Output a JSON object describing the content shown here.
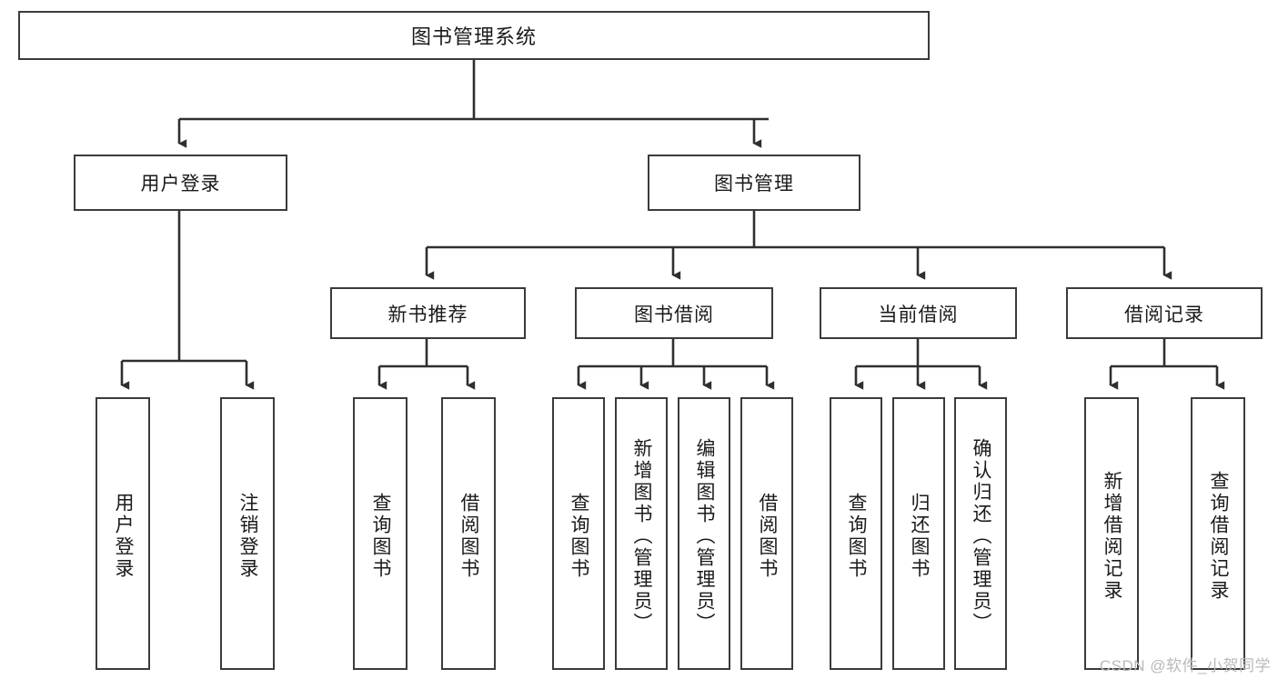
{
  "diagram": {
    "title": "图书管理系统",
    "type": "tree-hierarchy-diagram",
    "root": {
      "id": "root",
      "label": "图书管理系统"
    },
    "level1": [
      {
        "id": "login",
        "label": "用户登录"
      },
      {
        "id": "bookmgmt",
        "label": "图书管理"
      }
    ],
    "level2": [
      {
        "id": "newbook",
        "label": "新书推荐",
        "parent": "bookmgmt"
      },
      {
        "id": "borrow",
        "label": "图书借阅",
        "parent": "bookmgmt"
      },
      {
        "id": "current",
        "label": "当前借阅",
        "parent": "bookmgmt"
      },
      {
        "id": "records",
        "label": "借阅记录",
        "parent": "bookmgmt"
      }
    ],
    "leaves": [
      {
        "id": "l1",
        "label": "用户登录",
        "parent": "login"
      },
      {
        "id": "l2",
        "label": "注销登录",
        "parent": "login"
      },
      {
        "id": "l3",
        "label": "查询图书",
        "parent": "newbook"
      },
      {
        "id": "l4",
        "label": "借阅图书",
        "parent": "newbook"
      },
      {
        "id": "l5",
        "label": "查询图书",
        "parent": "borrow"
      },
      {
        "id": "l6",
        "label": "新增图书（管理员）",
        "parent": "borrow"
      },
      {
        "id": "l7",
        "label": "编辑图书（管理员）",
        "parent": "borrow"
      },
      {
        "id": "l8",
        "label": "借阅图书",
        "parent": "borrow"
      },
      {
        "id": "l9",
        "label": "查询图书",
        "parent": "current"
      },
      {
        "id": "l10",
        "label": "归还图书",
        "parent": "current"
      },
      {
        "id": "l11",
        "label": "确认归还（管理员）",
        "parent": "current"
      },
      {
        "id": "l12",
        "label": "新增借阅记录",
        "parent": "records"
      },
      {
        "id": "l13",
        "label": "查询借阅记录",
        "parent": "records"
      }
    ],
    "colors": {
      "stroke": "#3b3b3b",
      "background": "#ffffff",
      "text": "#1a1a1a",
      "watermark": "#b9b9b9"
    }
  },
  "watermark": {
    "text": "CSDN @软件_小贺同学"
  }
}
